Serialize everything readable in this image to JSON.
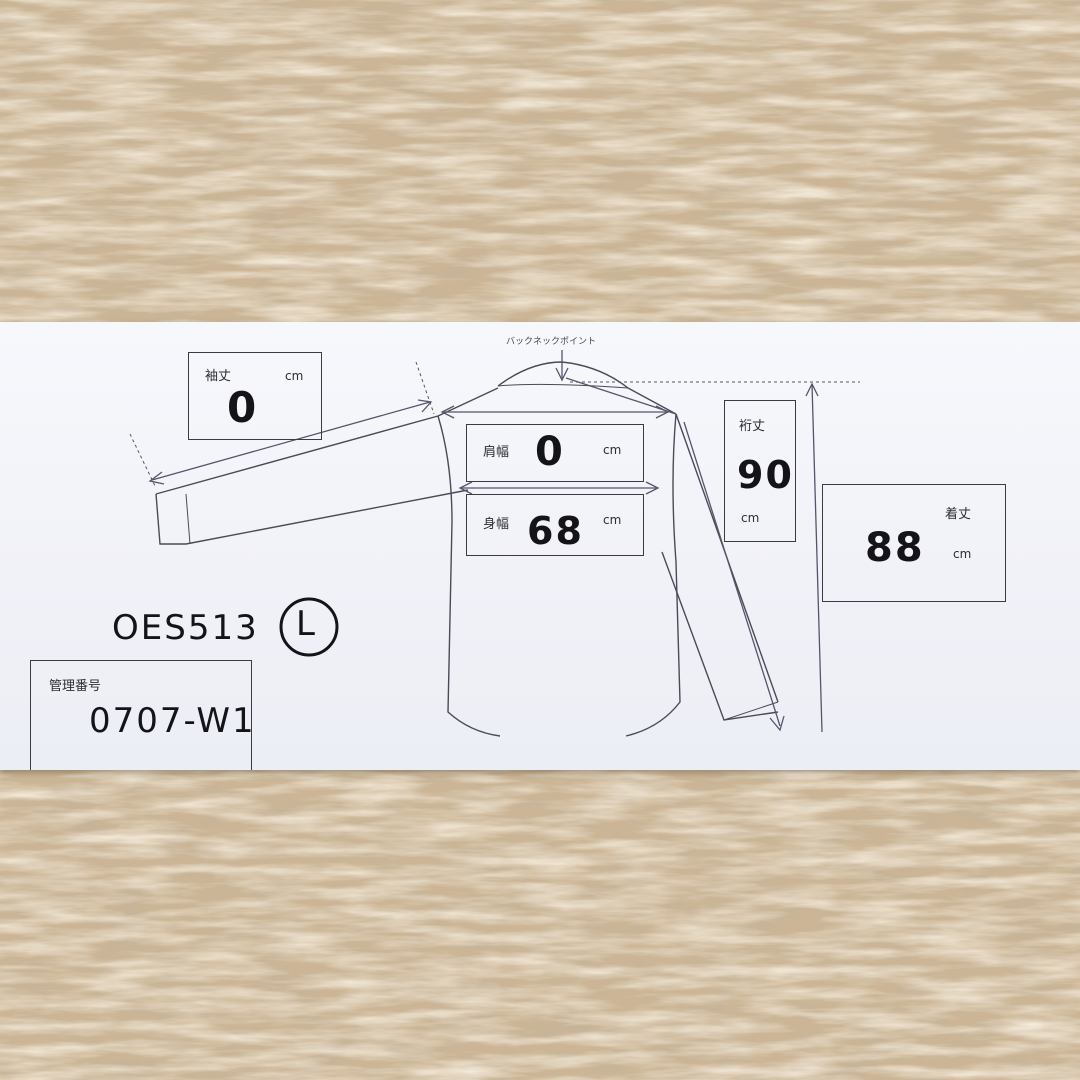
{
  "back_neck_point_label": "バックネックポイント",
  "sleeve": {
    "label": "袖丈",
    "value": "0",
    "unit": "cm"
  },
  "shoulder": {
    "label": "肩幅",
    "value": "0",
    "unit": "cm"
  },
  "chest": {
    "label": "身幅",
    "value": "68",
    "unit": "cm"
  },
  "yuki": {
    "label": "裄丈",
    "value": "90",
    "unit": "cm"
  },
  "length": {
    "label": "着丈",
    "value": "88",
    "unit": "cm"
  },
  "product_code": "OES513",
  "size": "L",
  "management": {
    "label": "管理番号",
    "value": "0707-W1"
  }
}
